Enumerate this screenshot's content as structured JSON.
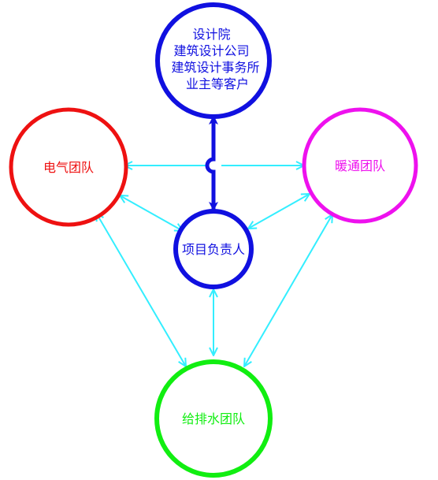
{
  "nodes": {
    "client": {
      "lines": [
        "设计院",
        "建筑设计公司",
        "建筑设计事务所",
        "业主等客户"
      ],
      "color": "#1010e0"
    },
    "electrical": {
      "label": "电气团队",
      "color": "#ee1111"
    },
    "hvac": {
      "label": "暖通团队",
      "color": "#ee11ee"
    },
    "pm": {
      "label": "项目负责人",
      "color": "#1010e0"
    },
    "plumbing": {
      "label": "给排水团队",
      "color": "#11ee11"
    }
  },
  "colors": {
    "link": "#33eeff",
    "main_link": "#1010e0"
  }
}
